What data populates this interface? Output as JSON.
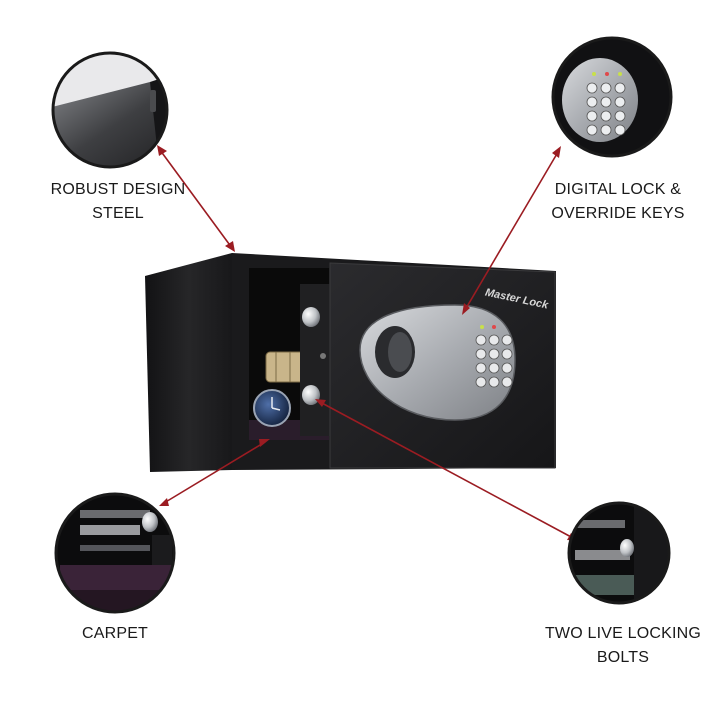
{
  "brand": "Master Lock",
  "features": {
    "robust": {
      "line1": "ROBUST DESIGN",
      "line2": "STEEL"
    },
    "digital": {
      "line1": "DIGITAL LOCK &",
      "line2": "OVERRIDE KEYS"
    },
    "carpet": {
      "line1": "CARPET"
    },
    "bolts": {
      "line1": "TWO LIVE LOCKING",
      "line2": "BOLTS"
    }
  },
  "colors": {
    "arrow": "#9b1c22",
    "safe_body": "#1b1b1d",
    "keypad_panel": "#b9bcc0"
  }
}
